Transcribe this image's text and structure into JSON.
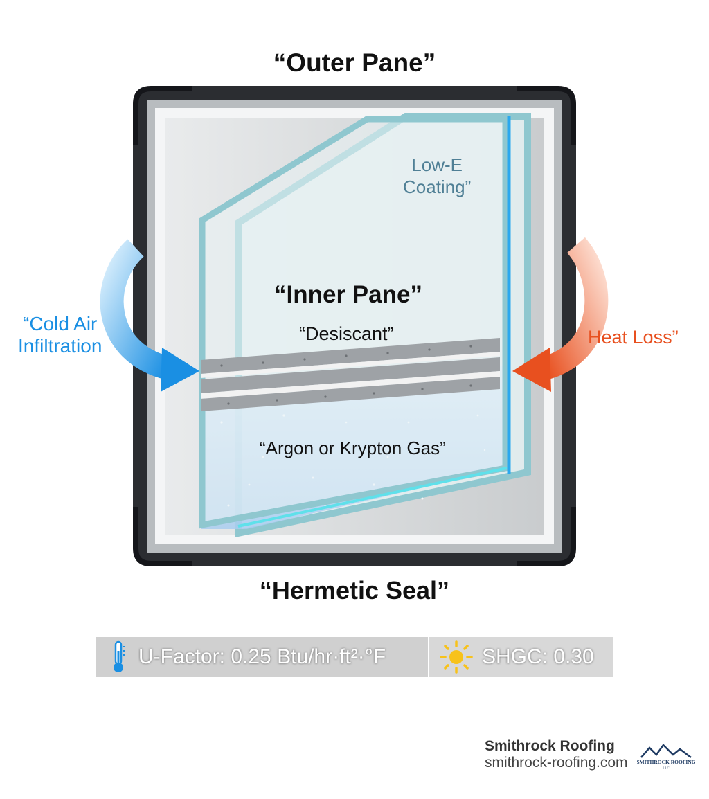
{
  "labels": {
    "outer_pane": "“Outer Pane”",
    "low_e_line1": "Low-E",
    "low_e_line2": "Coating”",
    "inner_pane": "“Inner Pane”",
    "desiccant": "“Desiscant”",
    "gas": "“Argon or Krypton Gas”",
    "cold_air_line1": "“Cold Air",
    "cold_air_line2": "Infiltration",
    "heat_loss": "Heat Loss”",
    "hermetic_seal": "“Hermetic Seal”"
  },
  "ratings": {
    "u_factor": {
      "text": "U-Factor: 0.25 Btu/hr·ft²·°F",
      "icon": "thermometer-icon"
    },
    "shgc": {
      "text": "SHGC: 0.30",
      "icon": "sun-icon"
    }
  },
  "brand": {
    "name": "Smithrock Roofing",
    "url": "smithrock-roofing.com",
    "logo_text": "SMITHROCK ROOFING",
    "logo_sub": "LLC"
  },
  "colors": {
    "frame": "#2b2d31",
    "cold_arrow": "#1a8fe3",
    "heat_arrow": "#e8501f",
    "glass_edge": "#8fc7cf",
    "gas": "#bfdcf3"
  }
}
